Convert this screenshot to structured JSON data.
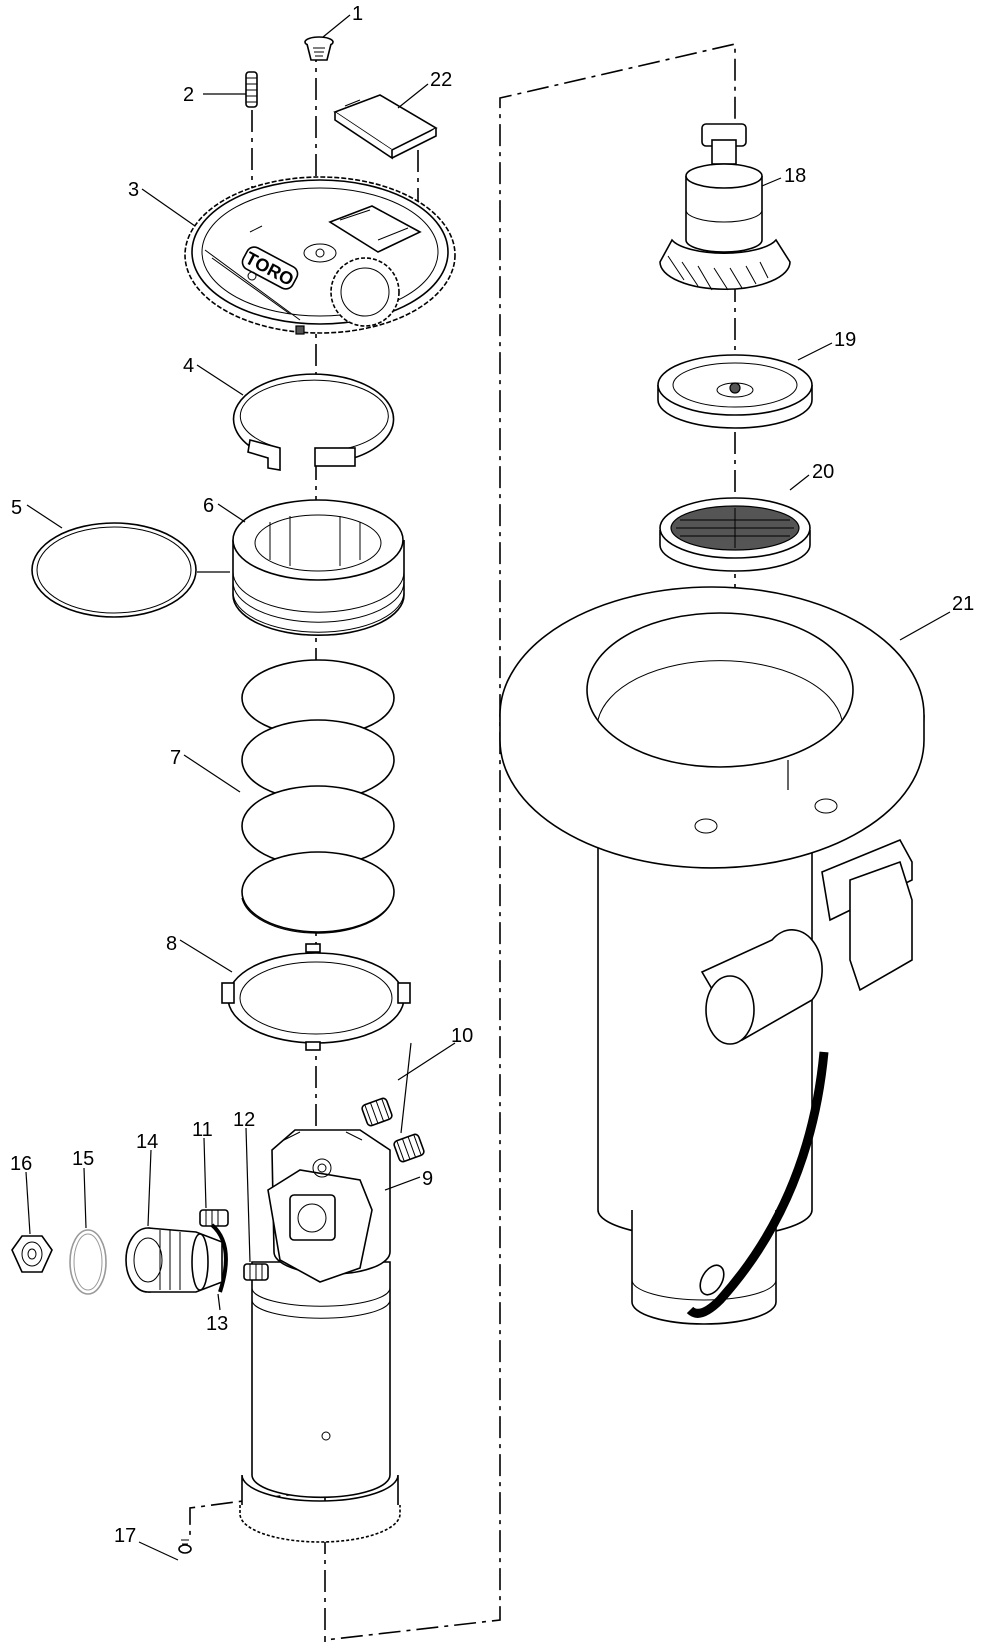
{
  "part_labels": {
    "p1": "1",
    "p2": "2",
    "p3": "3",
    "p4": "4",
    "p5": "5",
    "p6": "6",
    "p7": "7",
    "p8": "8",
    "p9": "9",
    "p10": "10",
    "p11": "11",
    "p12": "12",
    "p13": "13",
    "p14": "14",
    "p15": "15",
    "p16": "16",
    "p17": "17",
    "p18": "18",
    "p19": "19",
    "p20": "20",
    "p21": "21",
    "p22": "22"
  },
  "logo_text": "TORO",
  "colors": {
    "line": "#000000",
    "background": "#ffffff",
    "shade": "#e6e6e6"
  }
}
